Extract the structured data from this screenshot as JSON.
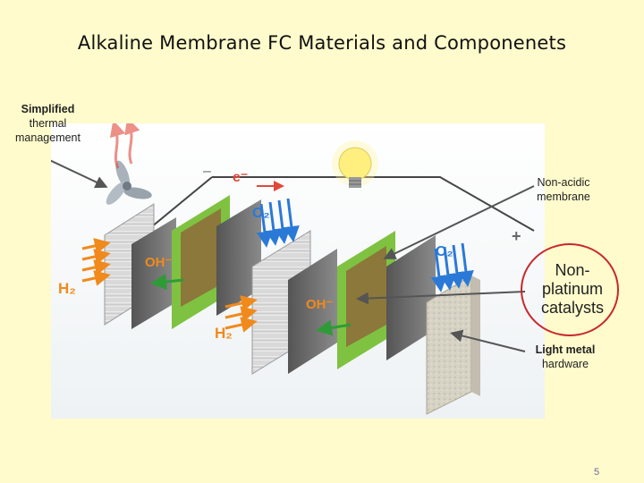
{
  "slide": {
    "title": "Alkaline Membrane FC  Materials and Componenets",
    "page_number": "5"
  },
  "labels": {
    "thermal_line1": "Simplified",
    "thermal_line2": "thermal",
    "thermal_line3": "management",
    "membrane_line1": "Non-acidic",
    "membrane_line2": "membrane",
    "catalyst_line1": "Non-",
    "catalyst_line2": "platinum",
    "catalyst_line3": "catalysts",
    "metal_line1": "Light metal",
    "metal_line2": "hardware"
  },
  "figure": {
    "electron": "e⁻",
    "minus": "–",
    "plus": "+",
    "o2_a": "O₂",
    "o2_b": "O₂",
    "oh_a": "OH⁻",
    "oh_b": "OH⁻",
    "h2_a": "H₂",
    "h2_b": "H₂"
  },
  "colors": {
    "background": "#fffbcc",
    "ring": "#c8282d",
    "h2_arrow": "#f08a1c",
    "o2_arrow": "#2b79d6",
    "oh_arrow": "#2e9b37",
    "membrane_green": "#7fc241"
  }
}
